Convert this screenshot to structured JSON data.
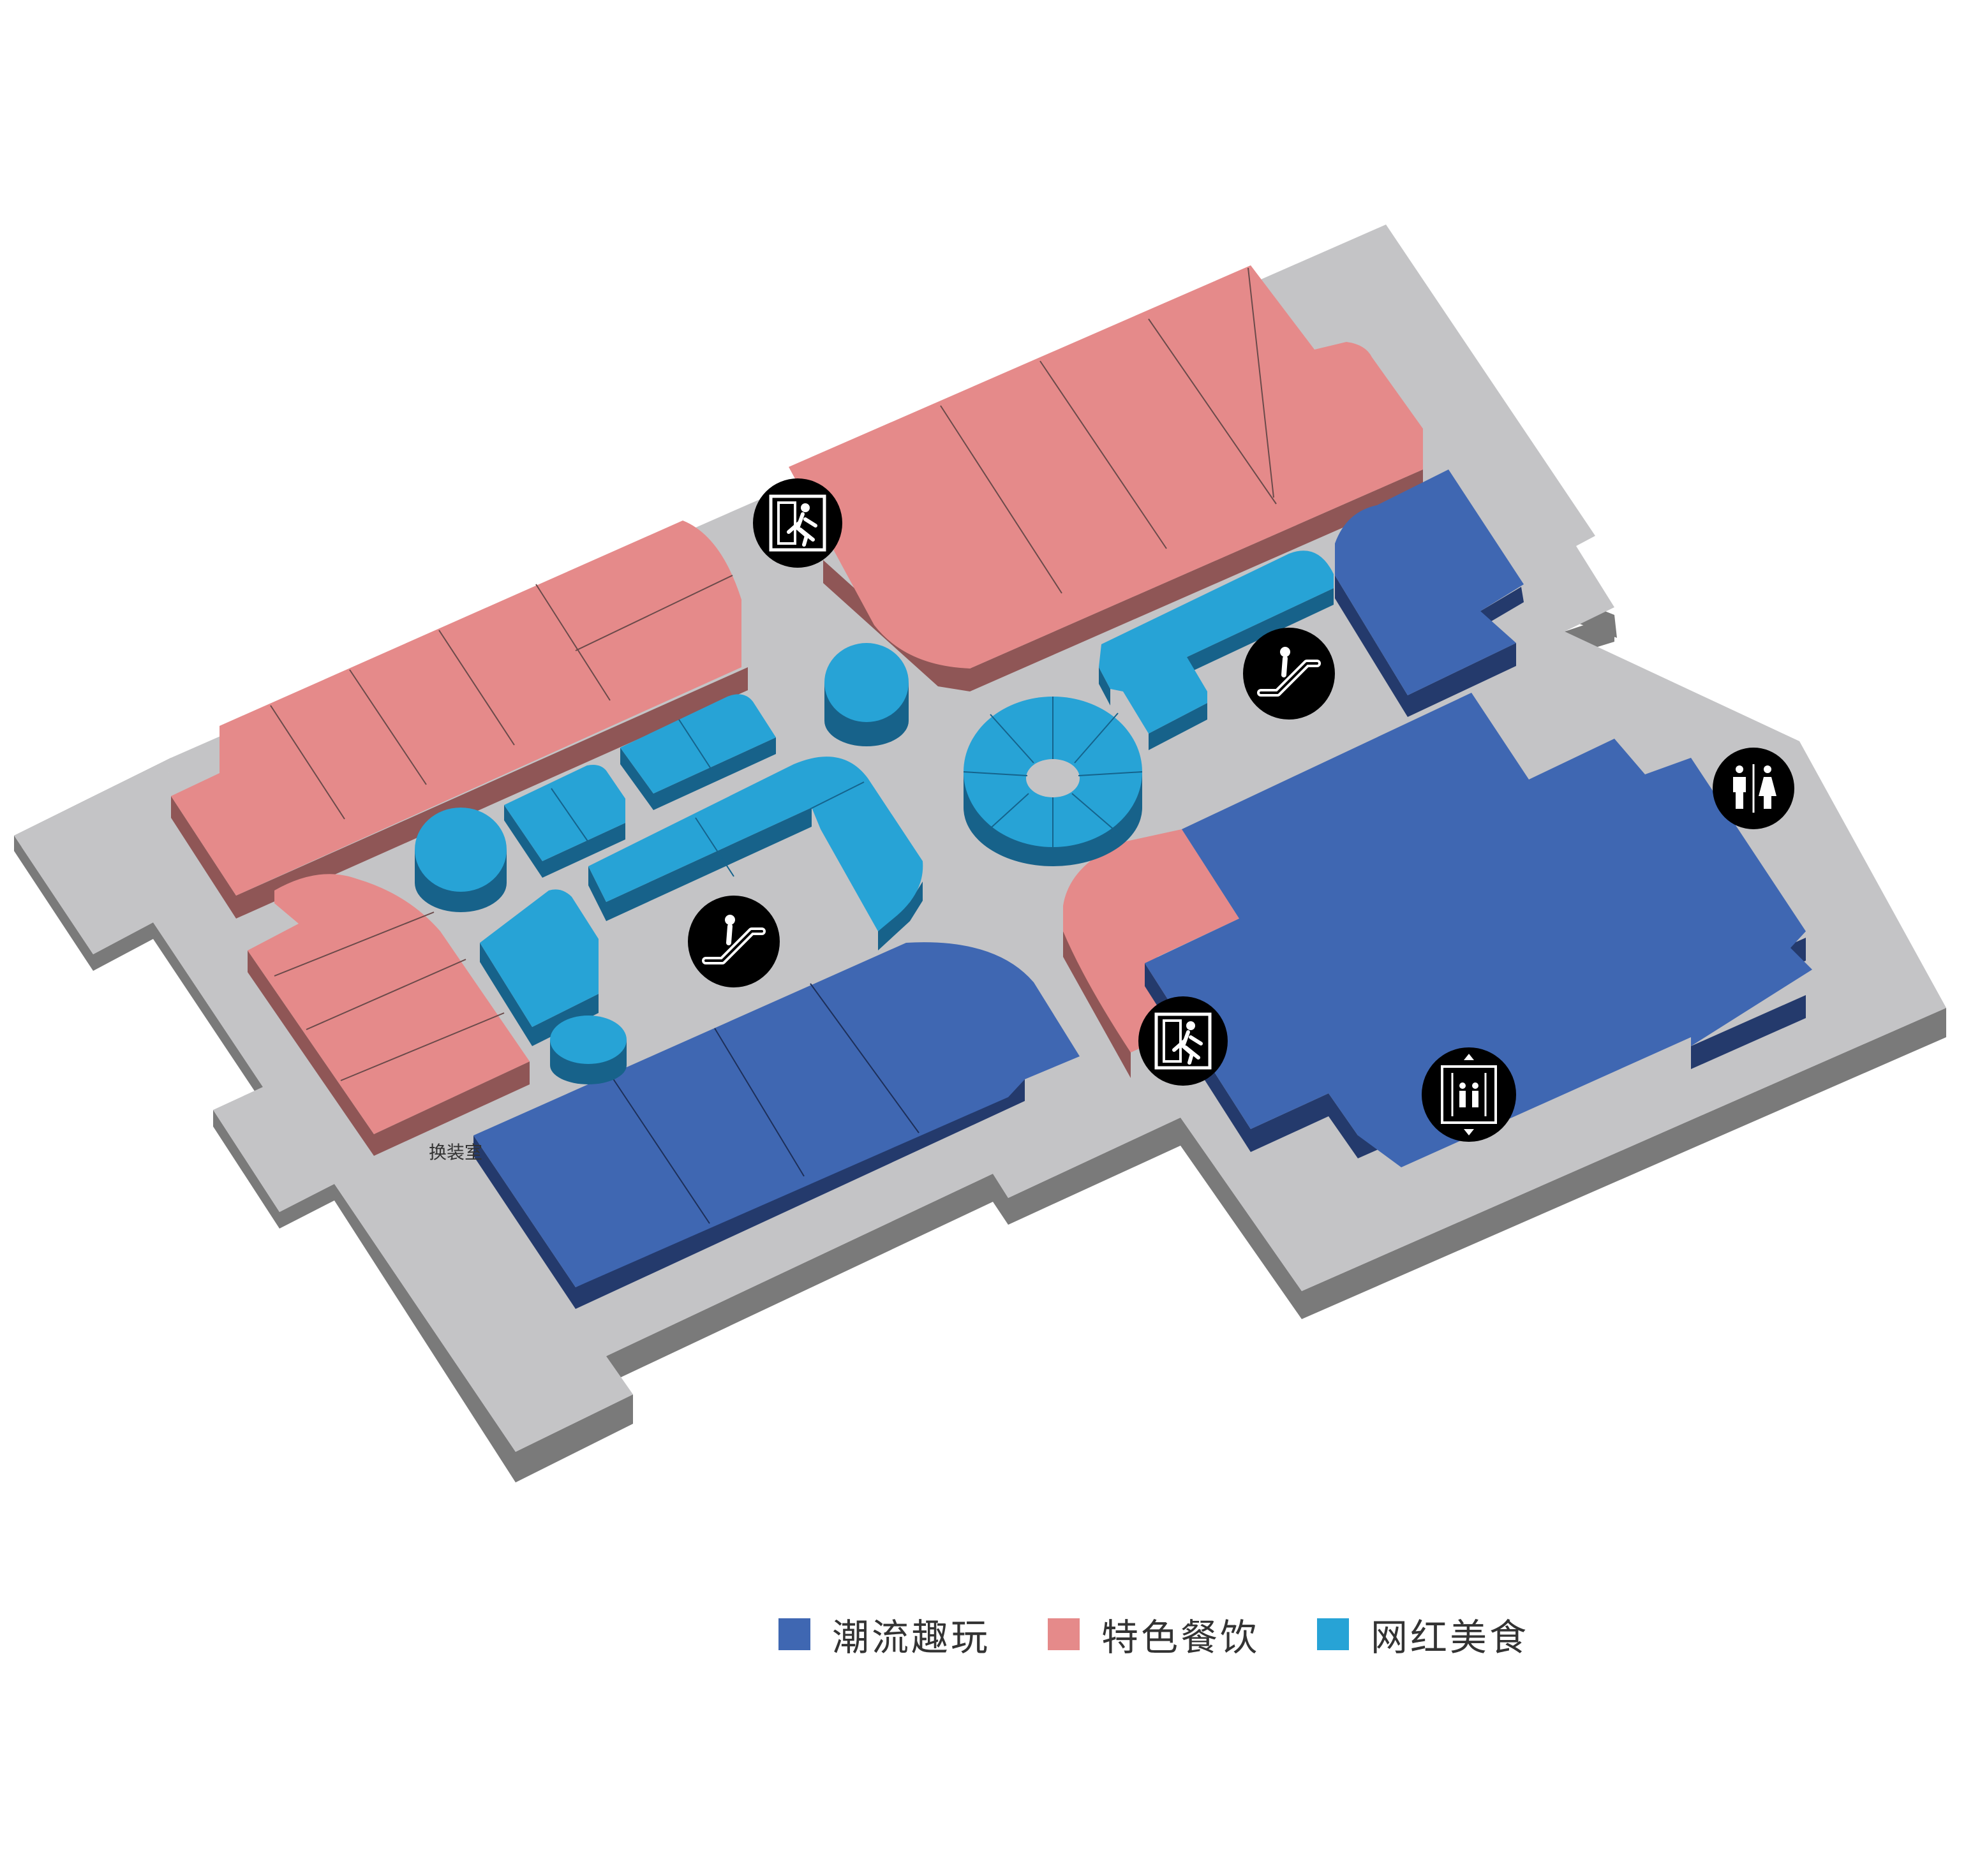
{
  "map": {
    "room_labels": {
      "changing_room": "换装室"
    }
  },
  "legend": {
    "items": [
      {
        "label": "潮流趣玩",
        "color": "#3f67b2"
      },
      {
        "label": "特色餐饮",
        "color": "#e58a8a"
      },
      {
        "label": "网红美食",
        "color": "#27a3d6"
      }
    ]
  },
  "icons": [
    "emergency-exit-icon",
    "escalator-icon",
    "restroom-icon",
    "elevator-icon"
  ]
}
